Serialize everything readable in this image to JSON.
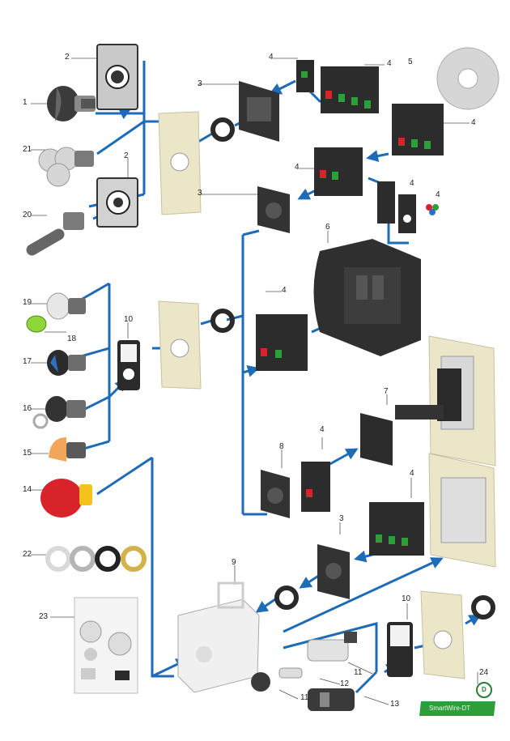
{
  "callouts": {
    "c1": "1",
    "c2a": "2",
    "c2b": "2",
    "c3a": "3",
    "c3b": "3",
    "c3c": "3",
    "c4a": "4",
    "c4b": "4",
    "c4c": "4",
    "c4d": "4",
    "c4e": "4",
    "c4f": "4",
    "c4g": "4",
    "c4h": "4",
    "c4i": "4",
    "c5": "5",
    "c6": "6",
    "c7": "7",
    "c8": "8",
    "c9": "9",
    "c10a": "10",
    "c10b": "10",
    "c11a": "11",
    "c11b": "11",
    "c12": "12",
    "c13": "13",
    "c14": "14",
    "c15": "15",
    "c16": "16",
    "c17": "17",
    "c18": "18",
    "c19": "19",
    "c20": "20",
    "c21": "21",
    "c22": "22",
    "c23": "23",
    "c24": "24"
  },
  "smartwire": {
    "label": "SmartWire-DT",
    "badge": "D"
  },
  "colors": {
    "connector": "#1e6bb8",
    "red": "#d8232a",
    "green": "#2e9e3a",
    "amber": "#f2a65a",
    "yellow": "#f3c21d",
    "dark": "#2a2a2a",
    "panel": "#ece6c8"
  }
}
